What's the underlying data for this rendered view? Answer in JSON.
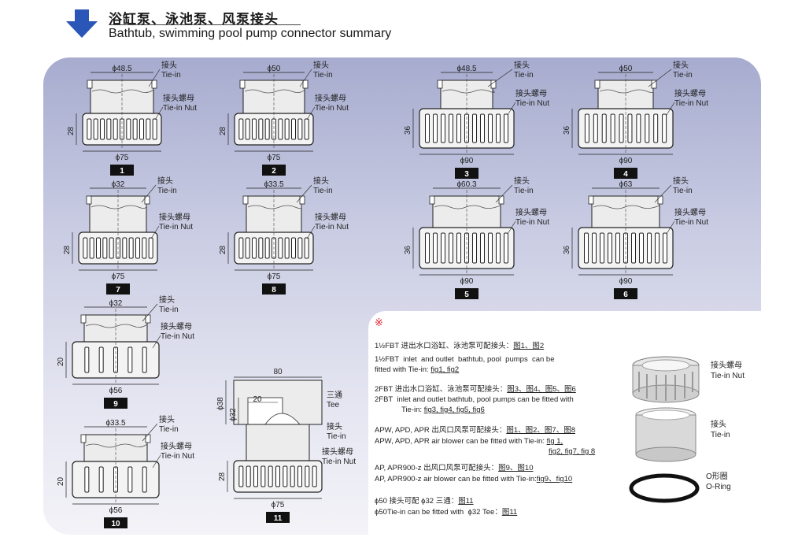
{
  "header": {
    "title_cn": "浴缸泵、泳池泵、风泵接头",
    "title_en": "Bathtub, swimming pool pump connector summary"
  },
  "labels": {
    "tiein_cn": "接头",
    "tiein_en": "Tie-in",
    "nut_cn": "接头螺母",
    "nut_en": "Tie-in Nut",
    "tee_cn": "三通",
    "tee_en": "Tee",
    "oring_cn": "O形圈",
    "oring_en": "O-Ring"
  },
  "figures": [
    {
      "num": "1",
      "top_dia": "ϕ48.5",
      "bot_dia": "ϕ75",
      "height": "28"
    },
    {
      "num": "2",
      "top_dia": "ϕ50",
      "bot_dia": "ϕ75",
      "height": "28"
    },
    {
      "num": "3",
      "top_dia": "ϕ48.5",
      "bot_dia": "ϕ90",
      "height": "36"
    },
    {
      "num": "4",
      "top_dia": "ϕ50",
      "bot_dia": "ϕ90",
      "height": "36"
    },
    {
      "num": "7",
      "top_dia": "ϕ32",
      "bot_dia": "ϕ75",
      "height": "28"
    },
    {
      "num": "8",
      "top_dia": "ϕ33.5",
      "bot_dia": "ϕ75",
      "height": "28"
    },
    {
      "num": "5",
      "top_dia": "ϕ60.3",
      "bot_dia": "ϕ90",
      "height": "36"
    },
    {
      "num": "6",
      "top_dia": "ϕ63",
      "bot_dia": "ϕ90",
      "height": "36"
    },
    {
      "num": "9",
      "top_dia": "ϕ32",
      "bot_dia": "ϕ56",
      "height": "20"
    },
    {
      "num": "10",
      "top_dia": "ϕ33.5",
      "bot_dia": "ϕ56",
      "height": "20"
    },
    {
      "num": "11",
      "top_dia": "ϕ32",
      "bot_dia": "ϕ75",
      "height": "28",
      "width": "80",
      "tee_side": "20",
      "tee_dia": "ϕ38"
    }
  ],
  "notes": {
    "mark": "※",
    "n1_cn": "1½FBT 进出水口浴缸、泳池泵可配接头：",
    "n1_cn_refs": "图1、图2",
    "n1_en_a": "1½FBT  inlet  and outlet  bathtub, pool  pumps  can be",
    "n1_en_b": "fitted with Tie-in: ",
    "n1_en_refs": "fig1, fig2",
    "n2_cn": "2FBT 进出水口浴缸、泳池泵可配接头：",
    "n2_cn_refs": "图3、图4、图5、图6",
    "n2_en_a": "2FBT  inlet and outlet bathtub, pool pumps can be fitted with",
    "n2_en_b": "Tie-in: ",
    "n2_en_refs": "fig3, fig4, fig5, fig6",
    "n3_cn": "APW, APD, APR 出风口风泵可配接头：",
    "n3_cn_refs": "图1、图2、图7、图8",
    "n3_en_a": "APW, APD, APR air blower can be fitted with Tie-in: ",
    "n3_en_refs_a": "fig 1,",
    "n3_en_refs_b": "fig2, fig7, fig 8",
    "n4_cn": "AP, APR900-z 出风口风泵可配接头：",
    "n4_cn_refs": "图9、图10",
    "n4_en_a": "AP, APR900-z air blower can be fitted with Tie-in:",
    "n4_en_refs": "fig9、fig10",
    "n5_cn": "ϕ50 接头可配 ϕ32 三通：",
    "n5_cn_refs": "图11",
    "n5_en_a": "ϕ50Tie-in can be fitted with  ϕ32 Tee：",
    "n5_en_refs": "图11"
  },
  "colors": {
    "arrow": "#2a56b8",
    "panel_top": "#a7accf",
    "panel_bottom": "#f3f3f8",
    "part_fill": "#ececec",
    "badge": "#111111"
  }
}
